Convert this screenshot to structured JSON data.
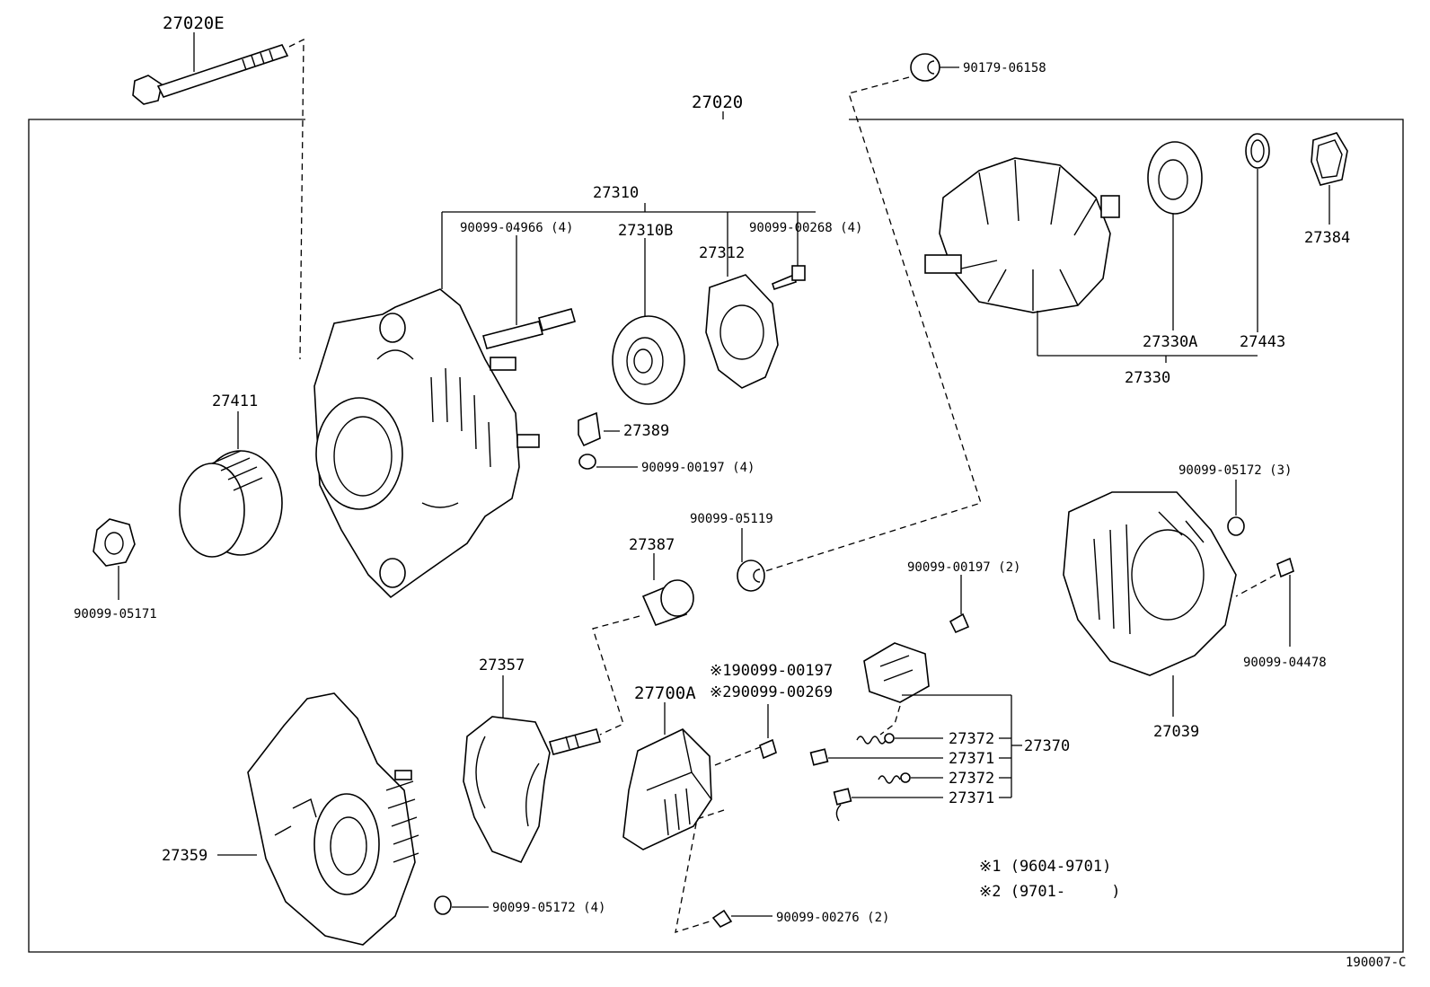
{
  "labels": {
    "p27020E": "27020E",
    "p27020": "27020",
    "p90179_06158": "90179-06158",
    "p27310": "27310",
    "p90099_04966": "90099-04966 (4)",
    "p27310B": "27310B",
    "p27312": "27312",
    "p90099_00268": "90099-00268 (4)",
    "p27384": "27384",
    "p27330A": "27330A",
    "p27443": "27443",
    "p27330": "27330",
    "p27411": "27411",
    "p27389": "27389",
    "p90099_00197_4": "90099-00197 (4)",
    "p90099_05172_3": "90099-05172 (3)",
    "p90099_05119": "90099-05119",
    "p27387": "27387",
    "p90099_05171": "90099-05171",
    "p90099_00197_2": "90099-00197 (2)",
    "p90099_04478": "90099-04478",
    "p27357": "27357",
    "p_note1_part": "※190099-00197",
    "p_note2_part": "※290099-00269",
    "p27700A": "27700A",
    "p27039": "27039",
    "p27372a": "27372",
    "p27370": "27370",
    "p27371a": "27371",
    "p27372b": "27372",
    "p27371b": "27371",
    "p27359": "27359",
    "p90099_05172_4": "90099-05172 (4)",
    "p90099_00276": "90099-00276 (2)",
    "note1": "※1 (9604-9701)",
    "note2": "※2 (9701-     )",
    "figure_code": "190007-C"
  }
}
